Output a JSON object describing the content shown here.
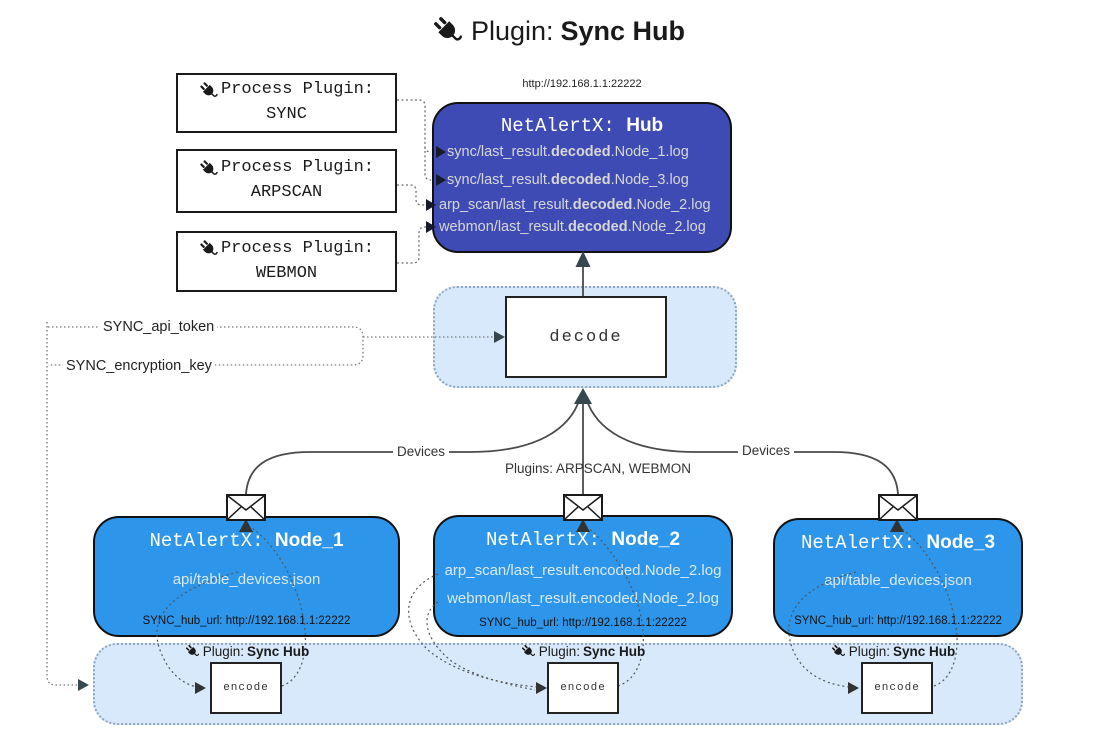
{
  "title": {
    "prefix": "Plugin: ",
    "bold": "Sync Hub"
  },
  "process_plugins": [
    {
      "label": "Process Plugin:",
      "name": "SYNC"
    },
    {
      "label": "Process Plugin:",
      "name": "ARPSCAN"
    },
    {
      "label": "Process Plugin:",
      "name": "WEBMON"
    }
  ],
  "hub": {
    "url": "http://192.168.1.1:22222",
    "name_prefix": "NetAlertX: ",
    "name_bold": "Hub",
    "logs": [
      {
        "pre": "sync/last_result.",
        "bold": "decoded",
        "post": ".Node_1.log"
      },
      {
        "pre": "sync/last_result.",
        "bold": "decoded",
        "post": ".Node_3.log"
      },
      {
        "pre": "arp_scan/last_result.",
        "bold": "decoded",
        "post": ".Node_2.log"
      },
      {
        "pre": "webmon/last_result.",
        "bold": "decoded",
        "post": ".Node_2.log"
      }
    ]
  },
  "decode_label": "decode",
  "secrets": {
    "api_token": "SYNC_api_token",
    "encryption_key": "SYNC_encryption_key"
  },
  "edge_labels": {
    "devices_left": "Devices",
    "devices_right": "Devices",
    "plugins": "Plugins: ARPSCAN, WEBMON"
  },
  "nodes": [
    {
      "name_prefix": "NetAlertX: ",
      "name_bold": "Node_1",
      "files": [
        "api/table_devices.json"
      ],
      "hub_url": "SYNC_hub_url: http://192.168.1.1:22222"
    },
    {
      "name_prefix": "NetAlertX: ",
      "name_bold": "Node_2",
      "files": [
        "arp_scan/last_result.encoded.Node_2.log",
        "webmon/last_result.encoded.Node_2.log"
      ],
      "hub_url": "SYNC_hub_url: http://192.168.1.1:22222"
    },
    {
      "name_prefix": "NetAlertX: ",
      "name_bold": "Node_3",
      "files": [
        "api/table_devices.json"
      ],
      "hub_url": "SYNC_hub_url: http://192.168.1.1:22222"
    }
  ],
  "encoders": [
    {
      "label_prefix": "Plugin: ",
      "label_bold": "Sync Hub",
      "box_label": "encode"
    },
    {
      "label_prefix": "Plugin: ",
      "label_bold": "Sync Hub",
      "box_label": "encode"
    },
    {
      "label_prefix": "Plugin: ",
      "label_bold": "Sync Hub",
      "box_label": "encode"
    }
  ],
  "colors": {
    "hub_bg": "#3F4BB4",
    "node_bg": "#2E96EA",
    "panel_bg": "#D8E9FB",
    "panel_border": "#8FA6BE",
    "arrow_dark": "#37474F"
  }
}
